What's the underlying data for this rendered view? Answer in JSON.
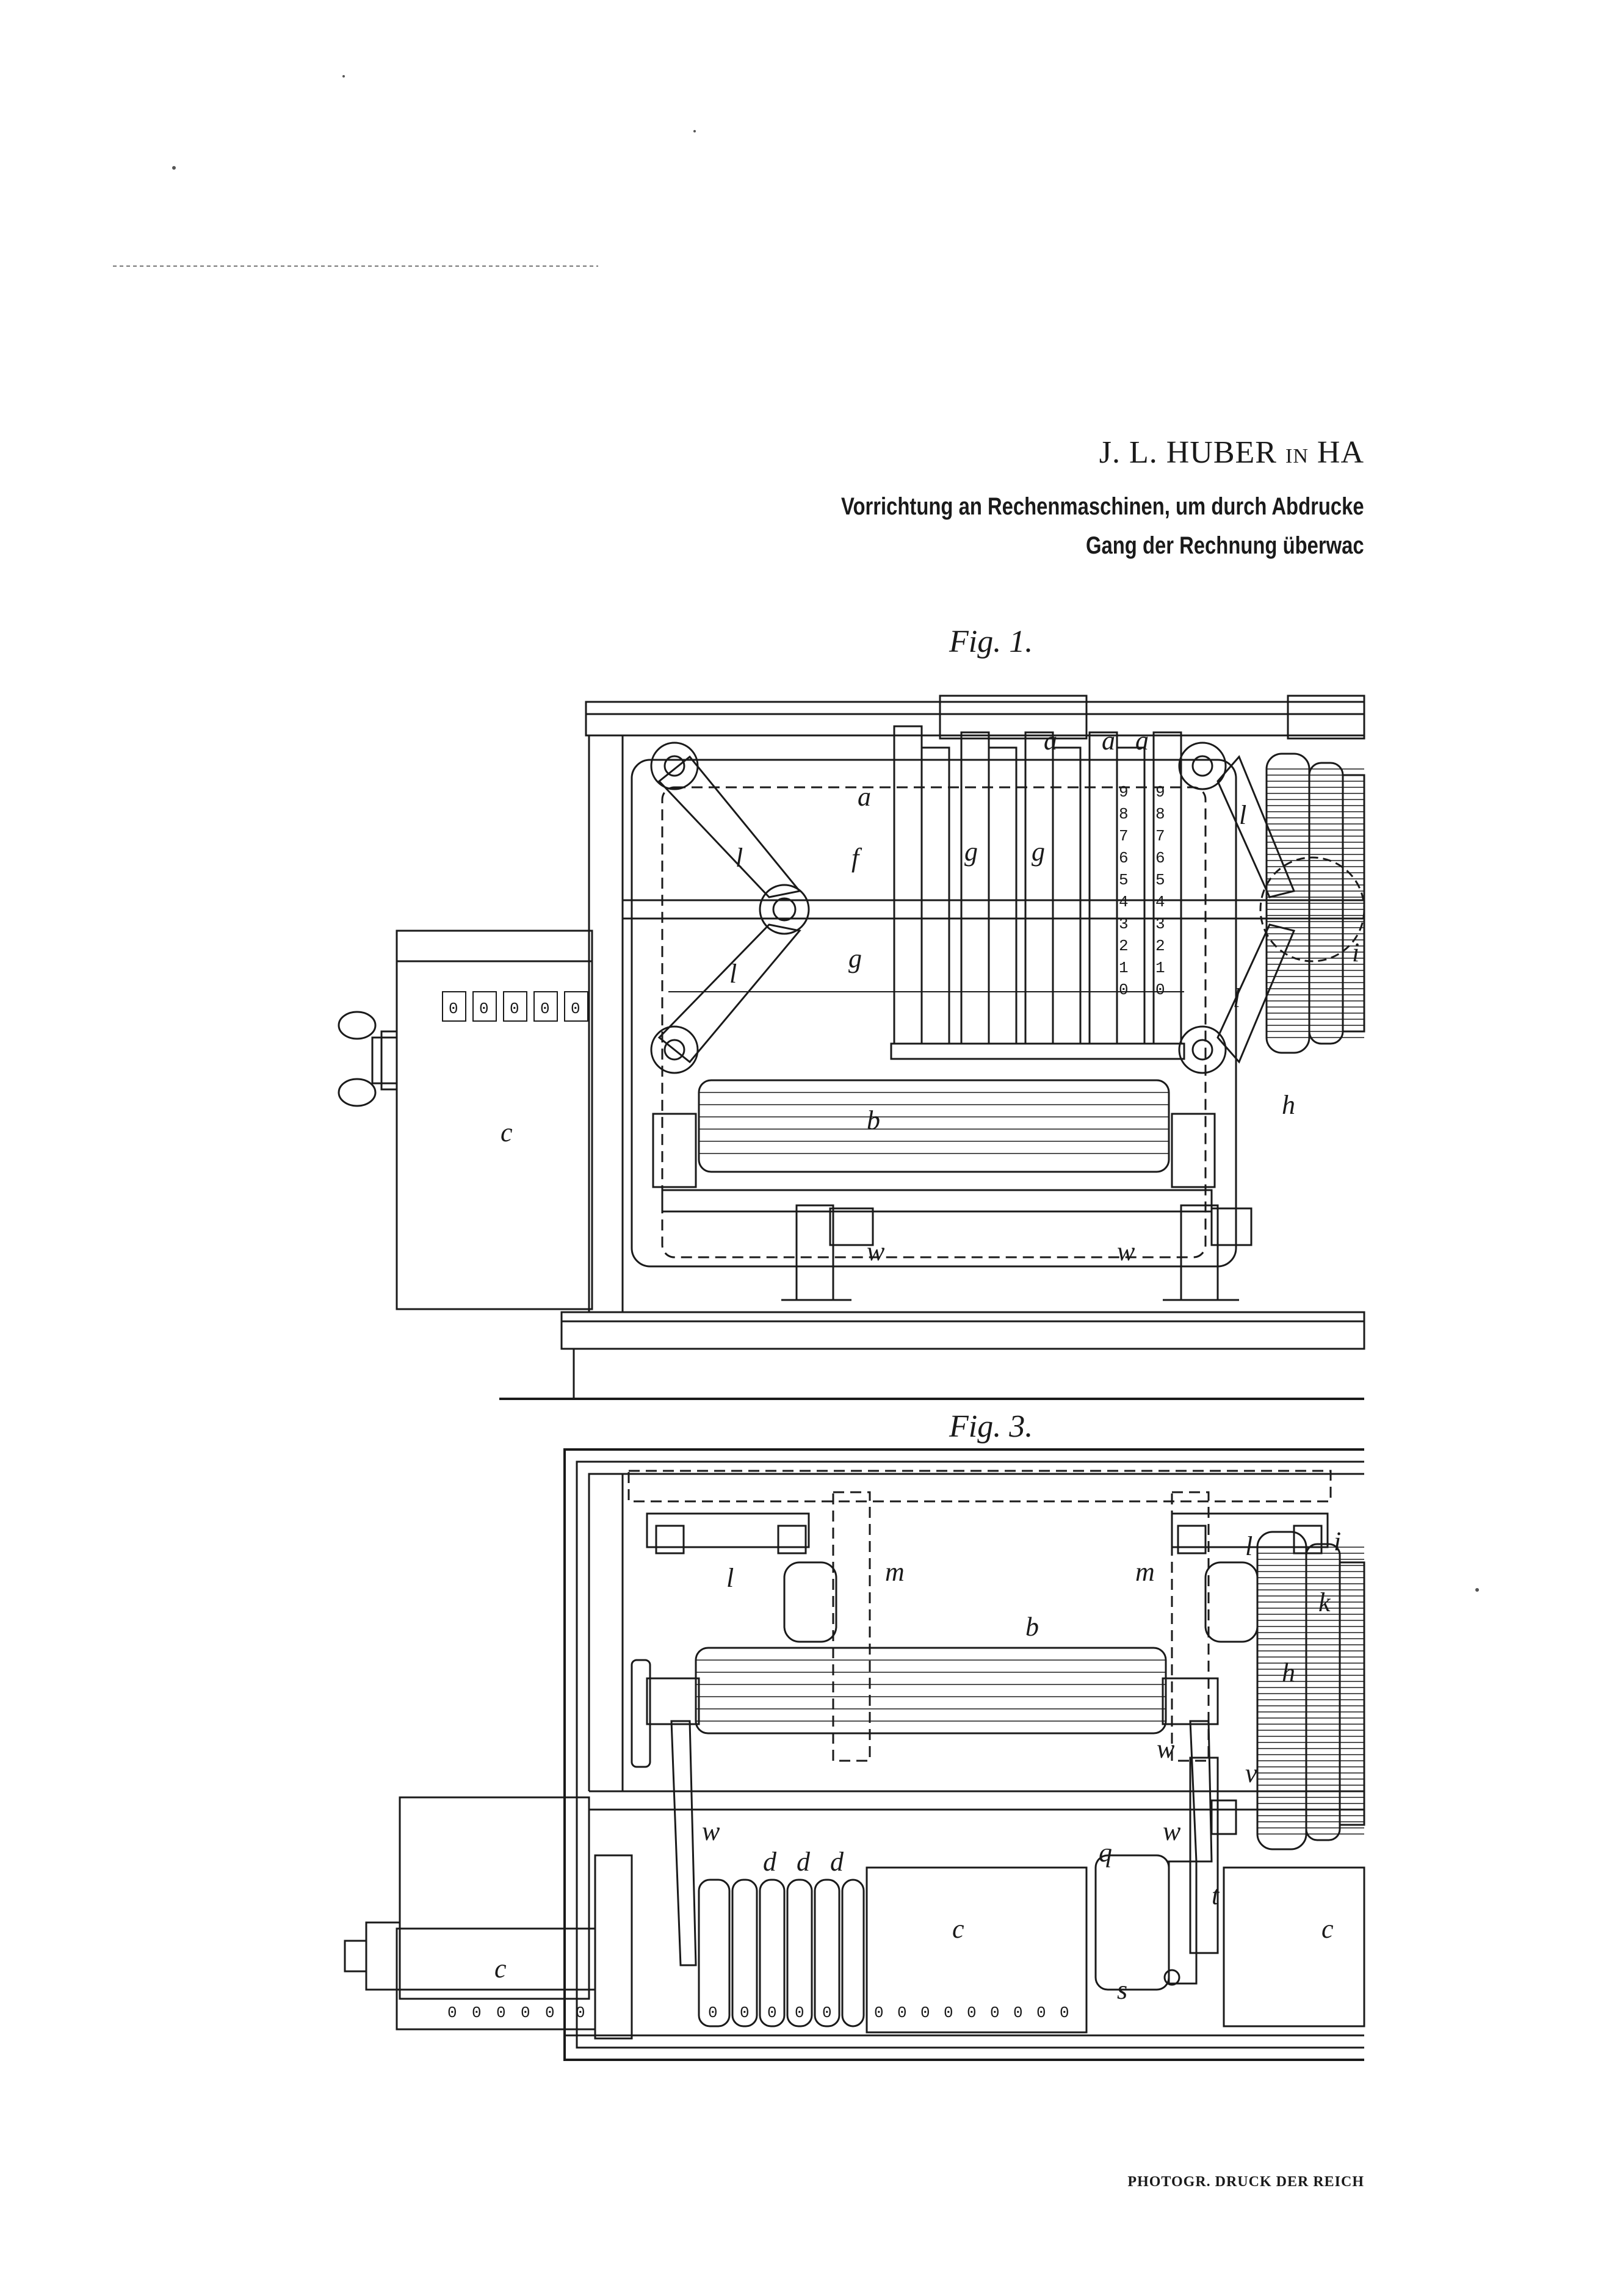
{
  "header": {
    "author_main": "J. L. HUBER",
    "author_small": "IN",
    "author_place": "HA",
    "title_line_1": "Vorrichtung an Rechenmaschinen, um durch Abdrucke",
    "title_line_2": "Gang der Rechnung überwac"
  },
  "figures": {
    "fig1": {
      "label": "Fig. 1.",
      "letters": {
        "a": "a",
        "b": "b",
        "c": "c",
        "f": "f",
        "g": "g",
        "h": "h",
        "i": "i",
        "l": "l",
        "w": "w"
      },
      "counter_digits": [
        "0",
        "0",
        "0",
        "0",
        "0"
      ],
      "scale_digits": [
        "9",
        "8",
        "7",
        "6",
        "5",
        "4",
        "3",
        "2",
        "1",
        "0"
      ]
    },
    "fig3": {
      "label": "Fig. 3.",
      "letters": {
        "b": "b",
        "c": "c",
        "d": "d",
        "h": "h",
        "i": "i",
        "k": "k",
        "l": "l",
        "m": "m",
        "q": "q",
        "s": "s",
        "t": "t",
        "v": "v",
        "w": "w"
      },
      "counter_digits": [
        "0",
        "0",
        "0",
        "0",
        "0",
        "0"
      ],
      "wheel_digits": [
        "0",
        "0",
        "0",
        "0",
        "0"
      ],
      "mid_digits": [
        "0",
        "0",
        "0",
        "0",
        "0",
        "0",
        "0",
        "0",
        "0"
      ]
    }
  },
  "footer": {
    "text": "PHOTOGR. DRUCK DER REICH"
  }
}
